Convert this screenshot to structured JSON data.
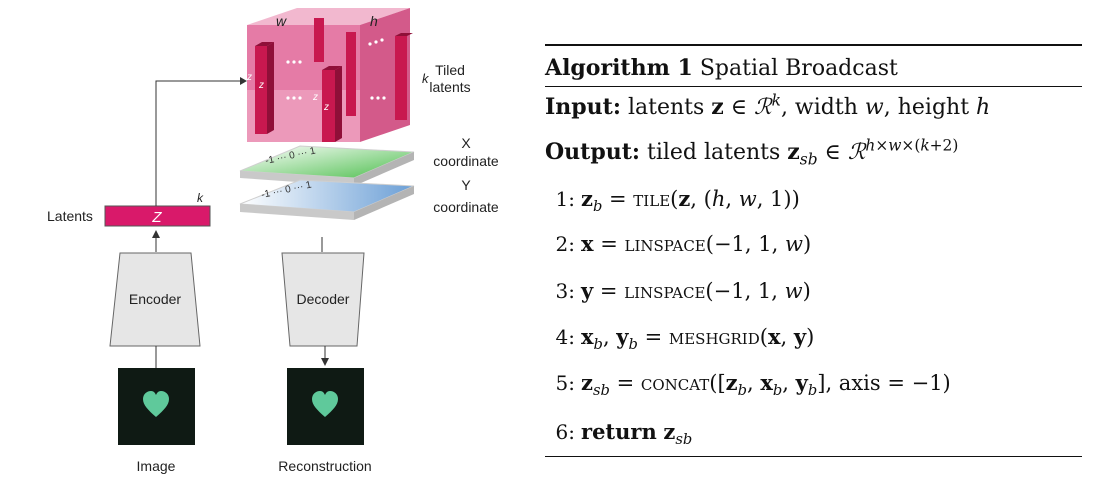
{
  "diagram": {
    "w_label": "w",
    "h_label": "h",
    "k_label_tiled": "k",
    "tiled_latents_line1": "Tiled",
    "tiled_latents_line2": "latents",
    "z_glyph": "z",
    "x_coord_line1": "X",
    "x_coord_line2": "coordinate",
    "y_coord_line1": "Y",
    "y_coord_line2": "coordinate",
    "grid_values": "-1 ··· 0 ··· 1",
    "latents_label": "Latents",
    "latent_z": "Z",
    "latent_k": "k",
    "encoder_label": "Encoder",
    "decoder_label": "Decoder",
    "image_label": "Image",
    "reconstruction_label": "Reconstruction",
    "colors": {
      "latent_bar": "#d9196a",
      "tile_front": "#e57ba6",
      "tile_column": "#c8184f",
      "green_plane": "#5fc45f",
      "blue_plane": "#7fa9d6",
      "heart": "#5fc99b",
      "trapezoid": "#e6e6e6"
    }
  },
  "algorithm": {
    "title_bold": "Algorithm 1",
    "title_rest": "Spatial Broadcast",
    "input_label": "Input:",
    "output_label": "Output:",
    "lines": [
      {
        "num": "1:"
      },
      {
        "num": "2:"
      },
      {
        "num": "3:"
      },
      {
        "num": "4:"
      },
      {
        "num": "5:"
      },
      {
        "num": "6:",
        "keyword": "return"
      }
    ]
  }
}
